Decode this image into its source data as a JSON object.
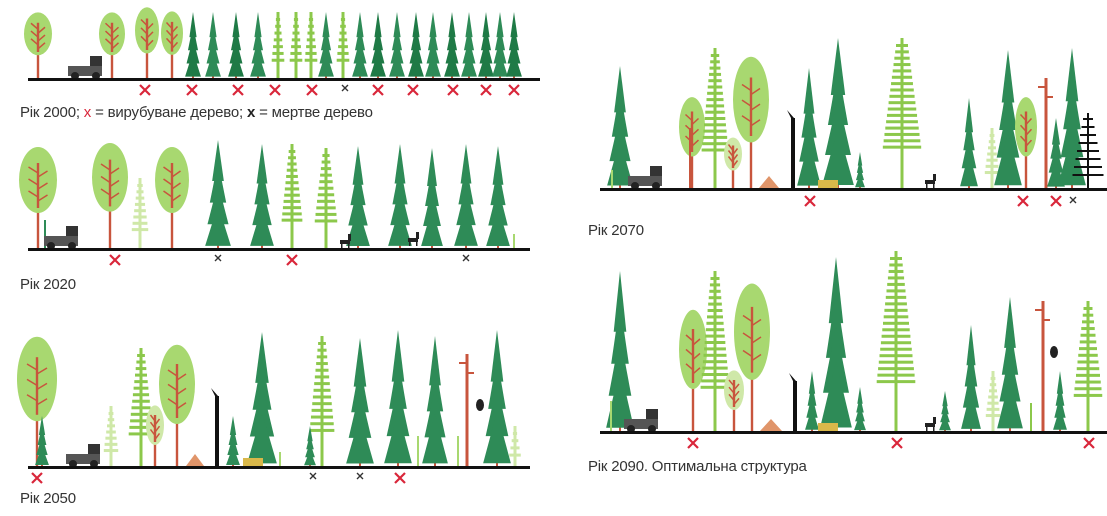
{
  "legend": {
    "year": "Рік 2000;",
    "cut_mark": "x",
    "cut_text": "= вирубуване дерево;",
    "dead_mark": "x",
    "dead_text": "= мертве дерево"
  },
  "panels": [
    {
      "id": "p2000",
      "caption": "Рік 2000; x = вирубуване дерево; x = мертве дерево"
    },
    {
      "id": "p2020",
      "caption": "Рік 2020"
    },
    {
      "id": "p2050",
      "caption": "Рік 2050"
    },
    {
      "id": "p2070",
      "caption": "Рік 2070"
    },
    {
      "id": "p2090",
      "caption": "Рік 2090. Оптимальна структура"
    }
  ],
  "colors": {
    "spruce": "#2e8b57",
    "spruce_dark": "#1f7a46",
    "fir_light": "#8cc84b",
    "deciduous_light": "#a8d870",
    "deciduous_pale": "#cfe8a8",
    "trunk": "#c8553d",
    "ground": "#111111",
    "cut_mark": "#d9263a",
    "dead_mark": "#333333",
    "dead_tree": "#111111",
    "soil": "#e0956a"
  },
  "icons": [
    "spruce-icon",
    "fir-icon",
    "deciduous-tree-icon",
    "dead-tree-icon",
    "cut-mark-icon",
    "dead-mark-icon",
    "harvester-icon",
    "deer-icon",
    "bird-icon",
    "stump-icon",
    "log-pile-icon"
  ]
}
